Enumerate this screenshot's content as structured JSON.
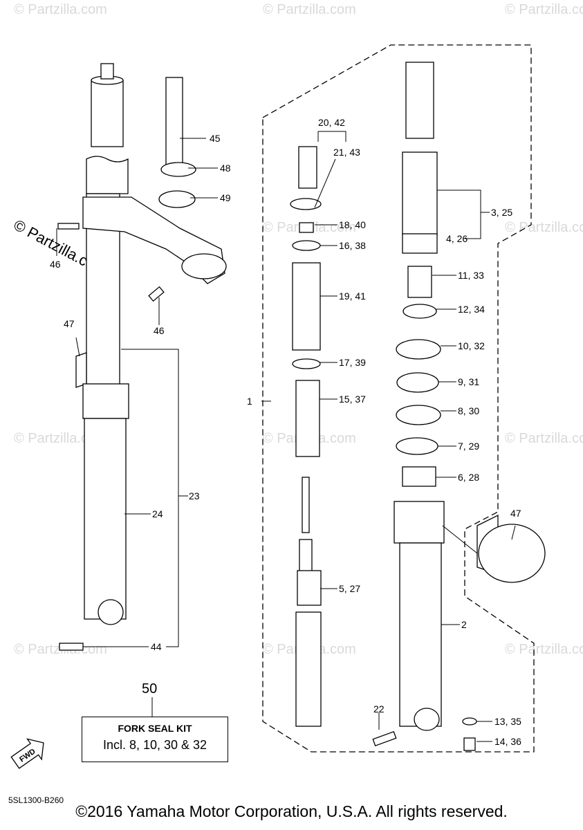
{
  "watermark": "© Partzilla.com",
  "diagram_code": "5SL1300-B260",
  "copyright": "©2016 Yamaha Motor Corporation, U.S.A. All rights reserved.",
  "kit": {
    "ref": "50",
    "title": "FORK SEAL KIT",
    "desc": "Incl. 8, 10, 30 & 32"
  },
  "fwd_label": "FWD",
  "callouts": [
    "1",
    "2",
    "3, 25",
    "4, 26",
    "5, 27",
    "6, 28",
    "7, 29",
    "8, 30",
    "9, 31",
    "10, 32",
    "11, 33",
    "12, 34",
    "13, 35",
    "14, 36",
    "15, 37",
    "16, 38",
    "17, 39",
    "18, 40",
    "19, 41",
    "20, 42",
    "21, 43",
    "22",
    "23",
    "24",
    "44",
    "45",
    "46",
    "46",
    "47",
    "47",
    "48",
    "49"
  ]
}
